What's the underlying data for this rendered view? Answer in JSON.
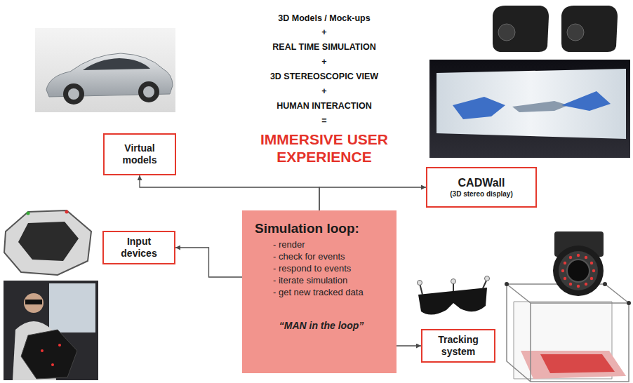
{
  "diagram": {
    "nodes": [
      {
        "text": [
          "Virtual models"
        ]
      },
      {
        "text": [
          "CADWall",
          "(3D stereo display)"
        ]
      },
      {
        "text": [
          "Simulation loop:",
          "- render",
          "- check for events",
          "- respond to events",
          "- iterate simulation",
          "-   get new tracked data",
          "“MAN in the loop”"
        ]
      },
      {
        "text": [
          "Input devices"
        ]
      },
      {
        "text": [
          "Tracking system"
        ]
      }
    ],
    "edges": [
      {
        "from": 2,
        "to": 0,
        "arrow": "to"
      },
      {
        "from": 2,
        "to": 1,
        "arrow": "to"
      },
      {
        "from": 2,
        "to": 3,
        "arrow": "to"
      },
      {
        "from": 2,
        "to": 4,
        "arrow": "to"
      }
    ],
    "labels": [
      "3D Models / Mock-ups",
      "+",
      "REAL TIME SIMULATION",
      "+",
      "3D STEREOSCOPIC VIEW",
      "+",
      "HUMAN INTERACTION",
      "=",
      "IMMERSIVE USER EXPERIENCE"
    ]
  }
}
